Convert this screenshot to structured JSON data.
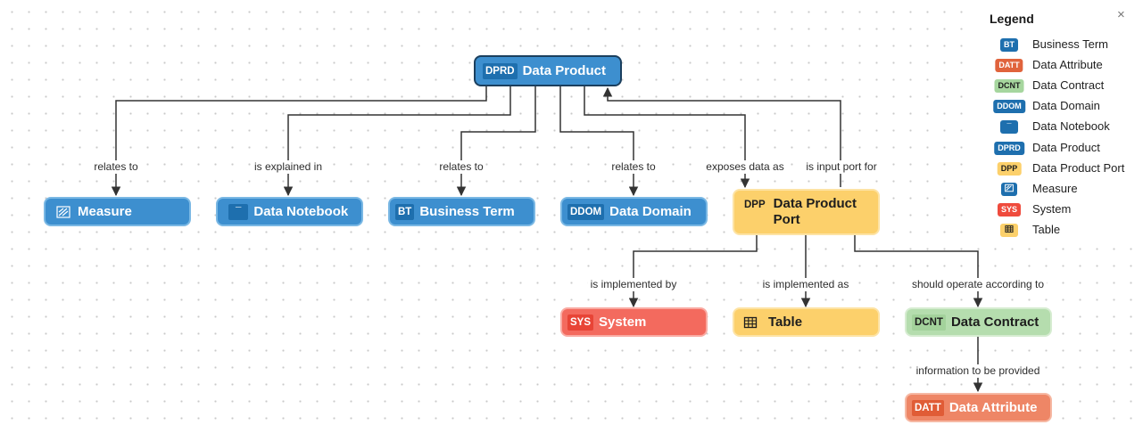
{
  "nodes": {
    "data_product": {
      "badge": "DPRD",
      "label": "Data Product"
    },
    "measure": {
      "badge": "",
      "label": "Measure",
      "icon": "measure-icon"
    },
    "data_notebook": {
      "badge": "¯",
      "label": "Data Notebook"
    },
    "business_term": {
      "badge": "BT",
      "label": "Business Term"
    },
    "data_domain": {
      "badge": "DDOM",
      "label": "Data Domain"
    },
    "data_product_port": {
      "badge": "DPP",
      "label": "Data Product Port"
    },
    "system": {
      "badge": "SYS",
      "label": "System"
    },
    "table": {
      "badge": "",
      "label": "Table",
      "icon": "table-icon"
    },
    "data_contract": {
      "badge": "DCNT",
      "label": "Data Contract"
    },
    "data_attribute": {
      "badge": "DATT",
      "label": "Data Attribute"
    }
  },
  "edges": {
    "measure": "relates to",
    "data_notebook": "is explained in",
    "business_term": "relates to",
    "data_domain": "relates to",
    "exposes": "exposes data as",
    "input_port": "is input port for",
    "system": "is implemented by",
    "table": "is implemented as",
    "contract": "should operate according to",
    "attribute": "information to be provided"
  },
  "legend": {
    "title": "Legend",
    "close": "×",
    "items": [
      {
        "badge": "BT",
        "label": "Business Term",
        "color": "#1e6fae"
      },
      {
        "badge": "DATT",
        "label": "Data Attribute",
        "color": "#e0633c"
      },
      {
        "badge": "DCNT",
        "label": "Data Contract",
        "color": "#a6d69e"
      },
      {
        "badge": "DDOM",
        "label": "Data Domain",
        "color": "#1e6fae"
      },
      {
        "badge": "¯",
        "label": "Data Notebook",
        "color": "#1e6fae"
      },
      {
        "badge": "DPRD",
        "label": "Data Product",
        "color": "#1e6fae"
      },
      {
        "badge": "DPP",
        "label": "Data Product Port",
        "color": "#fcd06b"
      },
      {
        "badge": "",
        "label": "Measure",
        "color": "#1e6fae",
        "icon": "measure-icon"
      },
      {
        "badge": "SYS",
        "label": "System",
        "color": "#ef4b3d"
      },
      {
        "badge": "",
        "label": "Table",
        "color": "#fcd06b",
        "icon": "table-icon"
      }
    ]
  }
}
